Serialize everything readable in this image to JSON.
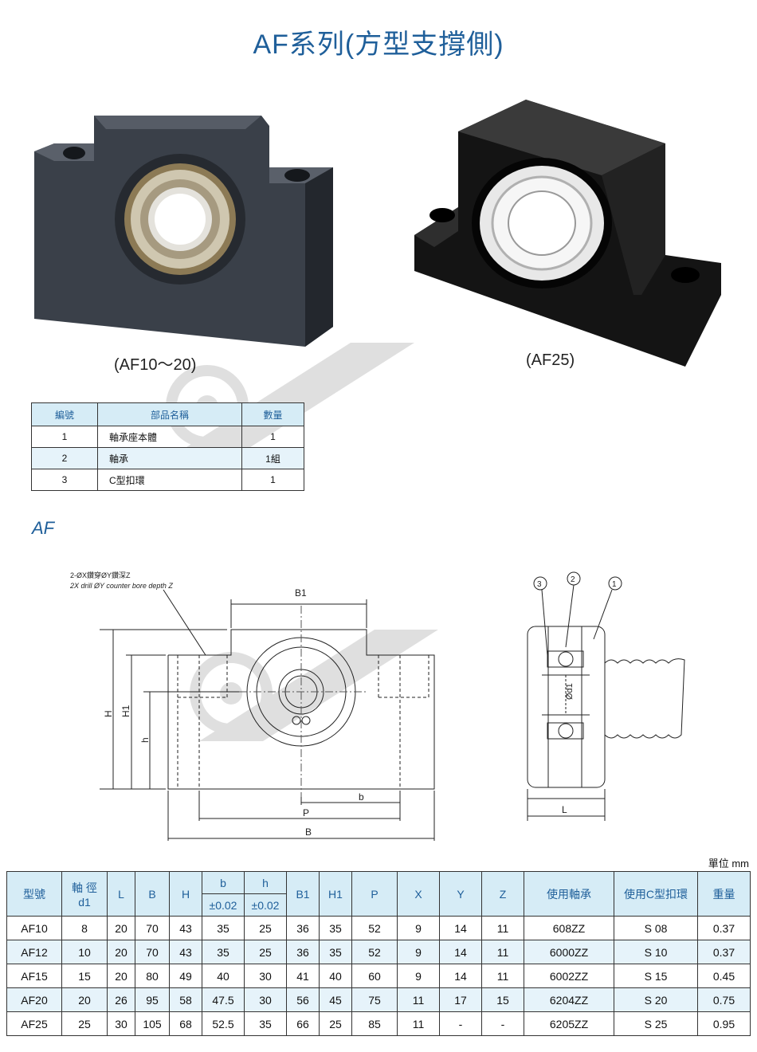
{
  "page": {
    "title": "AF系列(方型支撐側)",
    "captions": [
      "(AF10～20)",
      "(AF25)"
    ],
    "section_label": "AF",
    "unit_label": "單位 mm"
  },
  "colors": {
    "accent": "#1f5f9a",
    "header_bg": "#d6ecf6",
    "row_alt": "#e6f3fa"
  },
  "parts": {
    "headers": [
      "編號",
      "部品名稱",
      "數量"
    ],
    "rows": [
      [
        "1",
        "軸承座本體",
        "1"
      ],
      [
        "2",
        "軸承",
        "1組"
      ],
      [
        "3",
        "C型扣環",
        "1"
      ]
    ]
  },
  "drawing": {
    "note_cn": "2-ØX鑽穿ØY鑽深Z",
    "note_en": "2X drill ØY counter bore depth Z",
    "dims": {
      "B1": "B1",
      "H": "H",
      "H1": "H1",
      "h": "h",
      "b": "b",
      "P": "P",
      "B": "B",
      "L": "L",
      "d1": "Ød1"
    },
    "callouts": [
      "3",
      "2",
      "1"
    ]
  },
  "spec": {
    "headers": [
      "型號",
      "軸 徑",
      "d1",
      "L",
      "B",
      "H",
      "b",
      "h",
      "±0.02",
      "±0.02",
      "B1",
      "H1",
      "P",
      "X",
      "Y",
      "Z",
      "使用軸承",
      "使用C型扣環",
      "重量"
    ],
    "rows": [
      [
        "AF10",
        "8",
        "20",
        "70",
        "43",
        "35",
        "25",
        "36",
        "35",
        "52",
        "9",
        "14",
        "11",
        "608ZZ",
        "S 08",
        "0.37"
      ],
      [
        "AF12",
        "10",
        "20",
        "70",
        "43",
        "35",
        "25",
        "36",
        "35",
        "52",
        "9",
        "14",
        "11",
        "6000ZZ",
        "S 10",
        "0.37"
      ],
      [
        "AF15",
        "15",
        "20",
        "80",
        "49",
        "40",
        "30",
        "41",
        "40",
        "60",
        "9",
        "14",
        "11",
        "6002ZZ",
        "S 15",
        "0.45"
      ],
      [
        "AF20",
        "20",
        "26",
        "95",
        "58",
        "47.5",
        "30",
        "56",
        "45",
        "75",
        "11",
        "17",
        "15",
        "6204ZZ",
        "S 20",
        "0.75"
      ],
      [
        "AF25",
        "25",
        "30",
        "105",
        "68",
        "52.5",
        "35",
        "66",
        "25",
        "85",
        "11",
        "-",
        "-",
        "6205ZZ",
        "S 25",
        "0.95"
      ]
    ]
  }
}
